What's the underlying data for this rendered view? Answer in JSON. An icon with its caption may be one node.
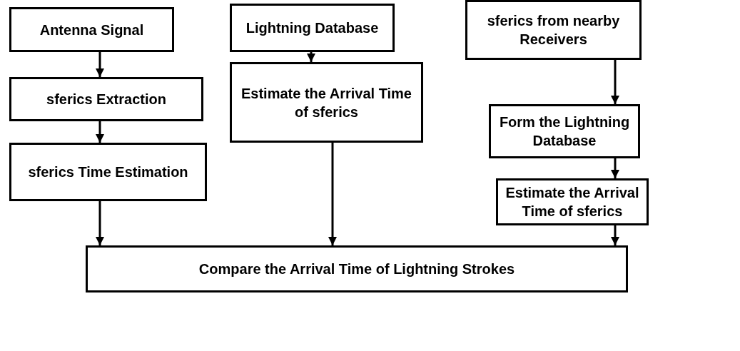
{
  "diagram": {
    "nodes": [
      {
        "text": [
          "Antenna Signal"
        ]
      },
      {
        "text": [
          "sferics Extraction"
        ]
      },
      {
        "text": [
          "sferics Time Estimation"
        ]
      },
      {
        "text": [
          "Lightning Database"
        ]
      },
      {
        "text": [
          "Estimate the Arrival Time of sferics"
        ]
      },
      {
        "text": [
          "sferics from nearby Receivers"
        ]
      },
      {
        "text": [
          "Form the Lightning Database"
        ]
      },
      {
        "text": [
          "Estimate the Arrival Time of sferics"
        ]
      },
      {
        "text": [
          "Compare the Arrival Time of Lightning Strokes"
        ]
      }
    ],
    "edges": [
      {
        "from": 0,
        "to": 1,
        "arrow": "to"
      },
      {
        "from": 1,
        "to": 2,
        "arrow": "to"
      },
      {
        "from": 2,
        "to": 8,
        "arrow": "to"
      },
      {
        "from": 3,
        "to": 4,
        "arrow": "to"
      },
      {
        "from": 4,
        "to": 8,
        "arrow": "to"
      },
      {
        "from": 5,
        "to": 6,
        "arrow": "to"
      },
      {
        "from": 6,
        "to": 7,
        "arrow": "to"
      },
      {
        "from": 7,
        "to": 8,
        "arrow": "to"
      }
    ]
  }
}
